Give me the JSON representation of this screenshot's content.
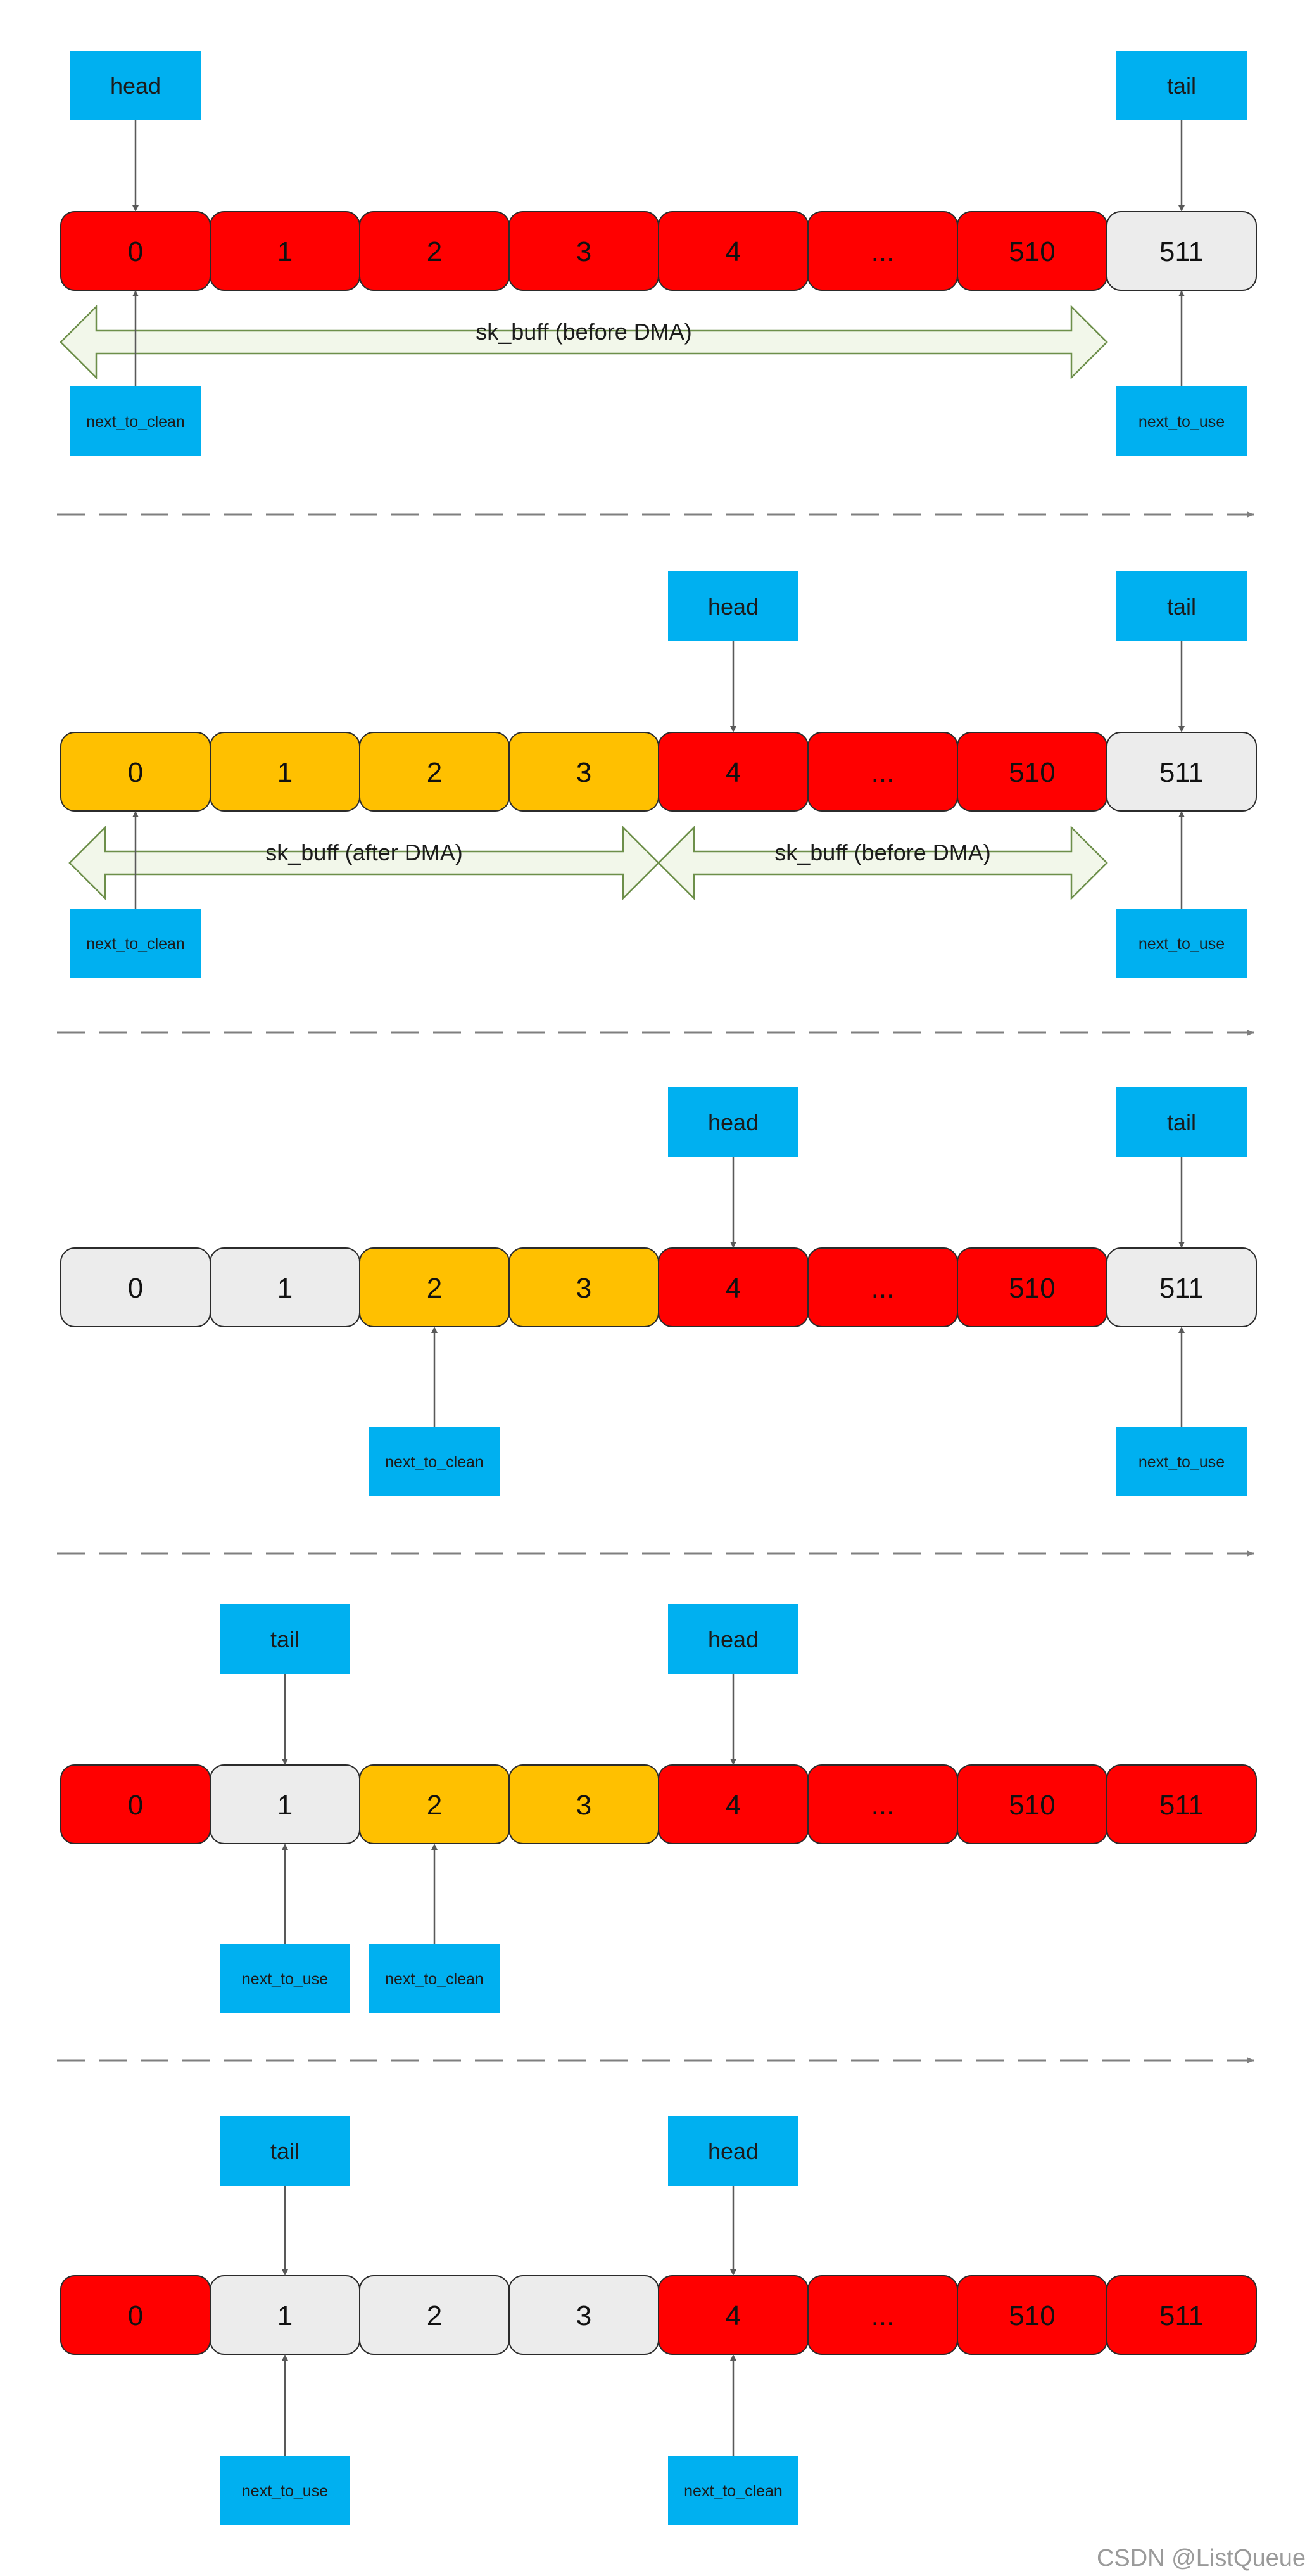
{
  "colors": {
    "red": "#ff0000",
    "yellow": "#ffc000",
    "gray": "#ececec",
    "label_blue": "#00b0f0",
    "arrow_fill": "#f2f7ea",
    "arrow_stroke": "#6d8f4a",
    "dash": "#7f7f7f",
    "pointer": "#595959"
  },
  "panels": [
    {
      "cells": [
        {
          "text": "0",
          "color": "red"
        },
        {
          "text": "1",
          "color": "red"
        },
        {
          "text": "2",
          "color": "red"
        },
        {
          "text": "3",
          "color": "red"
        },
        {
          "text": "4",
          "color": "red"
        },
        {
          "text": "...",
          "color": "red"
        },
        {
          "text": "510",
          "color": "red"
        },
        {
          "text": "511",
          "color": "gray"
        }
      ],
      "top_labels": [
        {
          "text": "head",
          "cell": 0
        },
        {
          "text": "tail",
          "cell": 7
        }
      ],
      "bottom_labels": [
        {
          "text": "next_to_clean",
          "cell": 0
        },
        {
          "text": "next_to_use",
          "cell": 7
        }
      ],
      "spans": [
        {
          "text": "sk_buff (before DMA)",
          "from": 0,
          "to": 7
        }
      ]
    },
    {
      "cells": [
        {
          "text": "0",
          "color": "yellow"
        },
        {
          "text": "1",
          "color": "yellow"
        },
        {
          "text": "2",
          "color": "yellow"
        },
        {
          "text": "3",
          "color": "yellow"
        },
        {
          "text": "4",
          "color": "red"
        },
        {
          "text": "...",
          "color": "red"
        },
        {
          "text": "510",
          "color": "red"
        },
        {
          "text": "511",
          "color": "gray"
        }
      ],
      "top_labels": [
        {
          "text": "head",
          "cell": 4
        },
        {
          "text": "tail",
          "cell": 7
        }
      ],
      "bottom_labels": [
        {
          "text": "next_to_clean",
          "cell": 0
        },
        {
          "text": "next_to_use",
          "cell": 7
        }
      ],
      "spans": [
        {
          "text": "sk_buff (after DMA)",
          "from": 0,
          "to": 4
        },
        {
          "text": "sk_buff (before DMA)",
          "from": 4,
          "to": 7
        }
      ]
    },
    {
      "cells": [
        {
          "text": "0",
          "color": "gray"
        },
        {
          "text": "1",
          "color": "gray"
        },
        {
          "text": "2",
          "color": "yellow"
        },
        {
          "text": "3",
          "color": "yellow"
        },
        {
          "text": "4",
          "color": "red"
        },
        {
          "text": "...",
          "color": "red"
        },
        {
          "text": "510",
          "color": "red"
        },
        {
          "text": "511",
          "color": "gray"
        }
      ],
      "top_labels": [
        {
          "text": "head",
          "cell": 4
        },
        {
          "text": "tail",
          "cell": 7
        }
      ],
      "bottom_labels": [
        {
          "text": "next_to_clean",
          "cell": 2
        },
        {
          "text": "next_to_use",
          "cell": 7
        }
      ],
      "spans": []
    },
    {
      "cells": [
        {
          "text": "0",
          "color": "red"
        },
        {
          "text": "1",
          "color": "gray"
        },
        {
          "text": "2",
          "color": "yellow"
        },
        {
          "text": "3",
          "color": "yellow"
        },
        {
          "text": "4",
          "color": "red"
        },
        {
          "text": "...",
          "color": "red"
        },
        {
          "text": "510",
          "color": "red"
        },
        {
          "text": "511",
          "color": "red"
        }
      ],
      "top_labels": [
        {
          "text": "tail",
          "cell": 1
        },
        {
          "text": "head",
          "cell": 4
        }
      ],
      "bottom_labels": [
        {
          "text": "next_to_use",
          "cell": 1
        },
        {
          "text": "next_to_clean",
          "cell": 2
        }
      ],
      "spans": []
    },
    {
      "cells": [
        {
          "text": "0",
          "color": "red"
        },
        {
          "text": "1",
          "color": "gray"
        },
        {
          "text": "2",
          "color": "gray"
        },
        {
          "text": "3",
          "color": "gray"
        },
        {
          "text": "4",
          "color": "red"
        },
        {
          "text": "...",
          "color": "red"
        },
        {
          "text": "510",
          "color": "red"
        },
        {
          "text": "511",
          "color": "red"
        }
      ],
      "top_labels": [
        {
          "text": "tail",
          "cell": 1
        },
        {
          "text": "head",
          "cell": 4
        }
      ],
      "bottom_labels": [
        {
          "text": "next_to_use",
          "cell": 1
        },
        {
          "text": "next_to_clean",
          "cell": 4
        }
      ],
      "spans": []
    }
  ],
  "watermark": "CSDN @ListQueue"
}
